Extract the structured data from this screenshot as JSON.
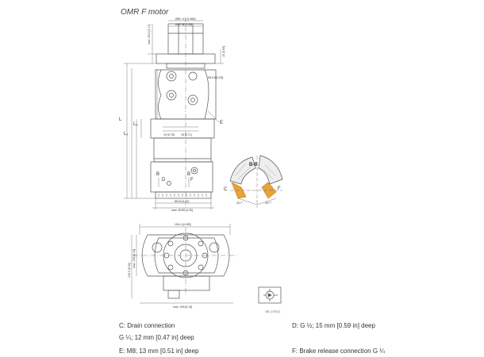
{
  "title": "OMR F motor",
  "notes": {
    "drain": "C: Drain connection",
    "drain_port": "G ¼; 12 mm [0.47 in] deep",
    "thread": "E: M8; 13 mm [0.51 in] deep",
    "port_d": "D: G ½; 15 mm [0.59 in] deep",
    "brake": "F: Brake release connection G ¼"
  },
  "labels": {
    "e": "E",
    "b1": "B",
    "b2": "B",
    "d": "D",
    "f": "F",
    "bb": "B-B",
    "c": "C",
    "f2": "F",
    "l": "L",
    "l1": "L₁",
    "l2": "L₂"
  },
  "dims": {
    "top1": "Ø50 -0.1 [1.969]",
    "top2": "Ø32 h8 [1.26]",
    "side_top": "max. 55.0 [2.17]",
    "side_right": "16 [0.63]",
    "dia_right": "Ø13.5 [0.53]",
    "mid_left1": "19 [0.75]",
    "mid_left2": "18 [0.71]",
    "ang1": "25.7°",
    "ang2": "25.7°",
    "bottom1": "Ø102 [4.02]",
    "bottom2": "max. Ø108 [4.25]",
    "plan_top": "106.4 [4.189]",
    "plan_bottom": "max. 155 [6.10]",
    "plan_left": "133.0 [5.24]",
    "plan_left2": "max. 155 [6.10]",
    "ref_code": "151-1718.11"
  },
  "colors": {
    "line": "#555555",
    "hatch": "#888888",
    "highlight": "#e8a33a",
    "text": "#333333"
  }
}
